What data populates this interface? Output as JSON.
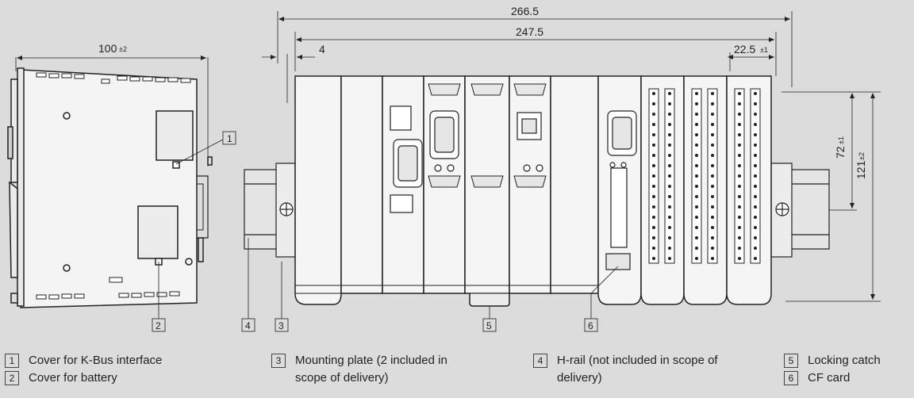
{
  "dimensions": {
    "side_width": "100",
    "side_width_tol": "±2",
    "overall_width": "266.5",
    "module_span": "247.5",
    "rail_offset": "4",
    "module_width": "22.5",
    "module_width_tol": "±1",
    "rail_height": "72",
    "rail_height_tol": "±1",
    "device_height": "121",
    "device_height_tol": "±2"
  },
  "callouts": [
    "1",
    "2",
    "3",
    "4",
    "5",
    "6"
  ],
  "legend": [
    {
      "num": "1",
      "text": "Cover for K-Bus interface"
    },
    {
      "num": "2",
      "text": "Cover for battery"
    },
    {
      "num": "3",
      "text": "Mounting plate (2 included in",
      "text2": "scope of delivery)"
    },
    {
      "num": "4",
      "text": "H-rail (not included in scope of",
      "text2": "delivery)"
    },
    {
      "num": "5",
      "text": "Locking catch"
    },
    {
      "num": "6",
      "text": "CF card"
    }
  ]
}
